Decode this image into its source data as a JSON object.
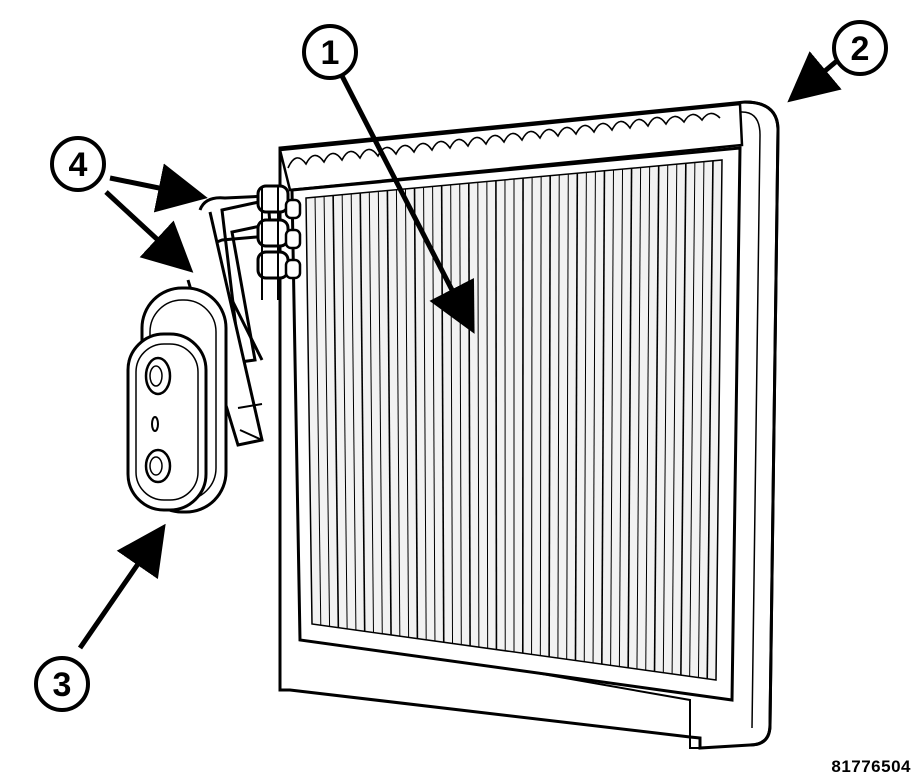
{
  "callouts": [
    {
      "id": "callout-1",
      "label": "1"
    },
    {
      "id": "callout-2",
      "label": "2"
    },
    {
      "id": "callout-3",
      "label": "3"
    },
    {
      "id": "callout-4",
      "label": "4"
    }
  ],
  "figure_id": "81776504",
  "colors": {
    "line": "#000000",
    "background": "#ffffff",
    "fin_shade": "#d9d9d9"
  }
}
